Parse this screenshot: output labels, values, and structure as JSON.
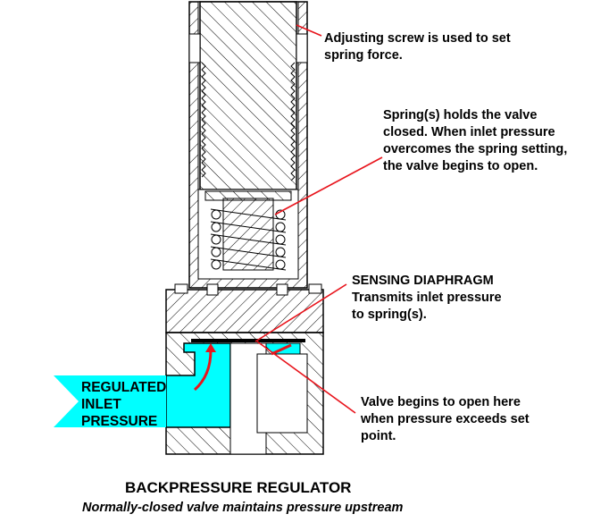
{
  "annotations": {
    "screw": "Adjusting screw is used to set\nspring force.",
    "spring": "Spring(s) holds the valve\nclosed.  When inlet pressure\novercomes the spring setting,\nthe valve begins to open.",
    "diaphragm_title": "SENSING DIAPHRAGM",
    "diaphragm_desc": "Transmits inlet pressure\nto spring(s).",
    "valve": "Valve begins to open here\nwhen pressure exceeds set\npoint."
  },
  "inlet": {
    "line1": "REGULATED",
    "line2": "INLET",
    "line3": "PRESSURE"
  },
  "caption": {
    "title": "BACKPRESSURE REGULATOR",
    "subtitle": "Normally-closed valve maintains pressure upstream"
  },
  "colors": {
    "fluid": "#00ffff",
    "leader": "#e8141c",
    "outline": "#000000"
  }
}
